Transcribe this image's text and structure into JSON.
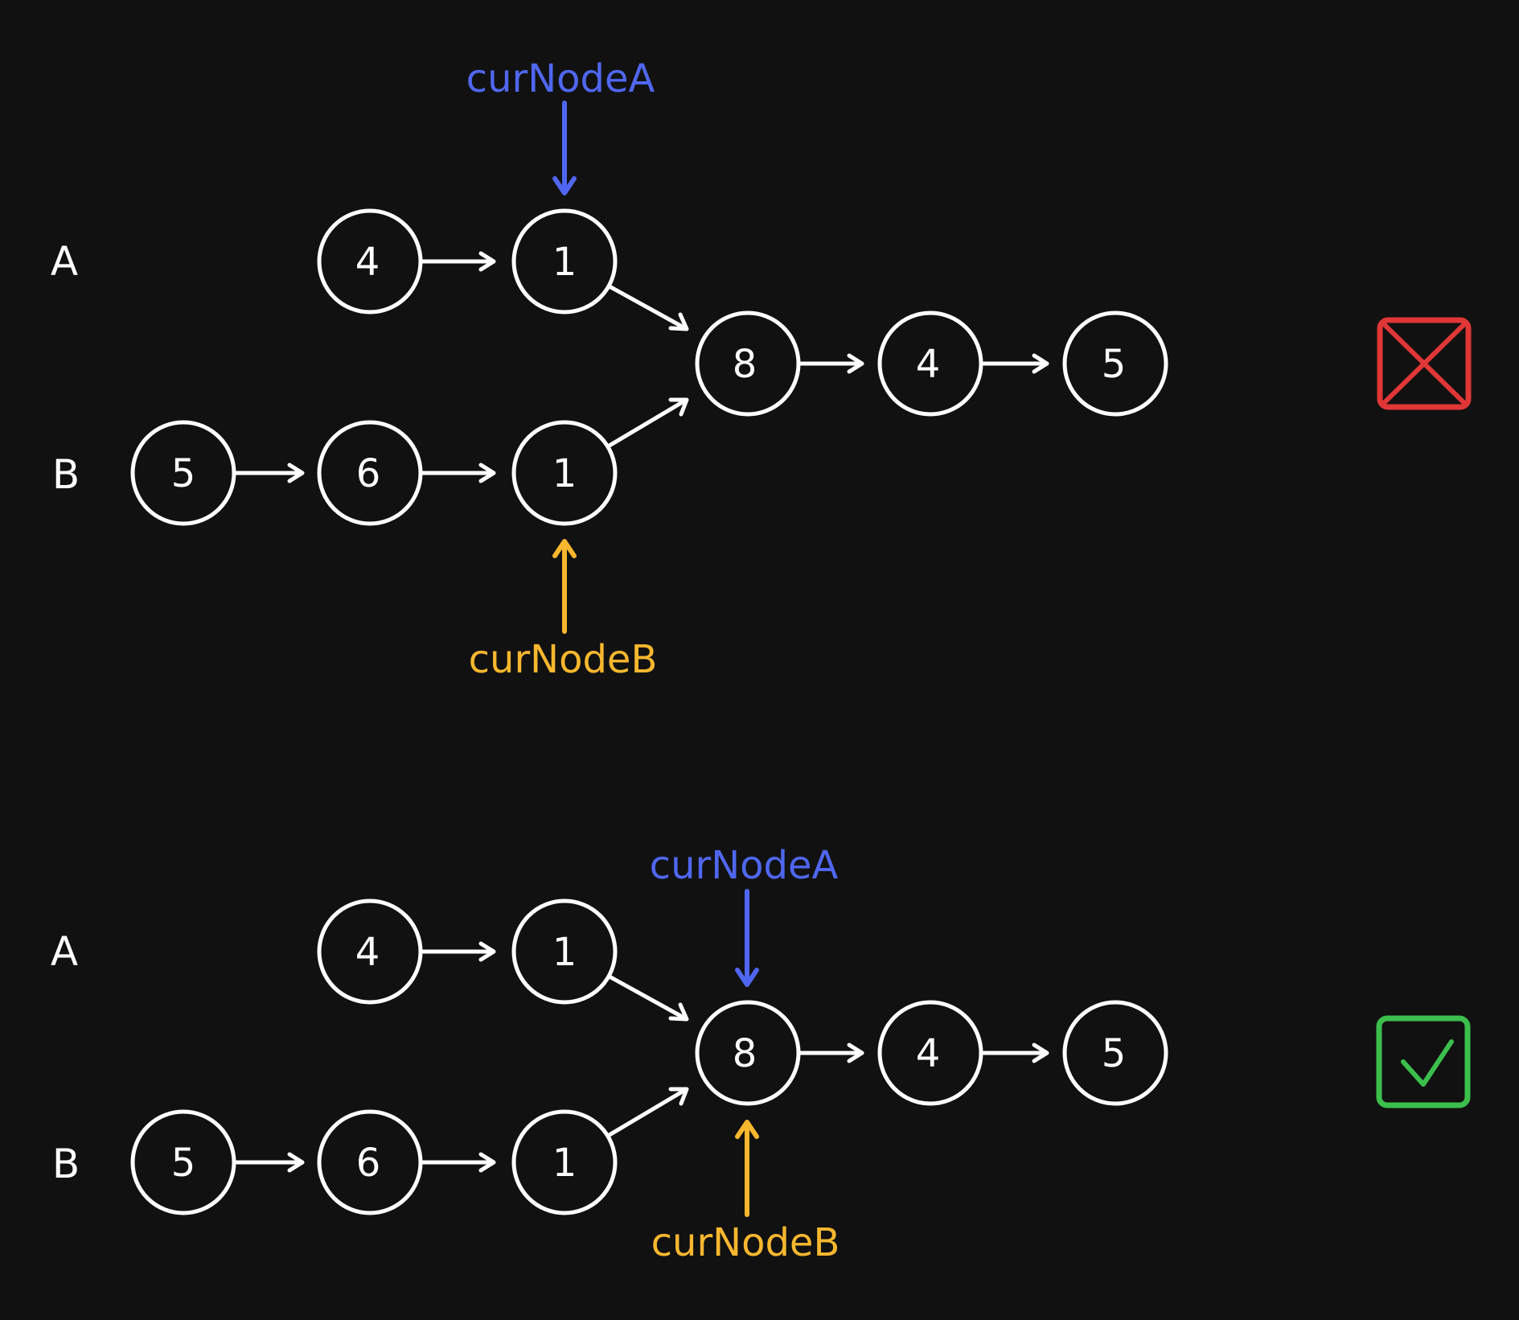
{
  "colors": {
    "background": "#111111",
    "node_stroke": "#ffffff",
    "pointer_a": "#4f67f0",
    "pointer_b": "#f8b72e",
    "wrong_mark": "#e03636",
    "right_mark": "#3cbf4c"
  },
  "panels": [
    {
      "list_a_label": "A",
      "list_b_label": "B",
      "list_a": [
        "4",
        "1"
      ],
      "list_b": [
        "5",
        "6",
        "1"
      ],
      "shared": [
        "8",
        "4",
        "5"
      ],
      "pointer_a_label": "curNodeA",
      "pointer_b_label": "curNodeB",
      "pointer_a_target": "list_a.1",
      "pointer_b_target": "list_b.2",
      "verdict_icon": "cross-box-icon"
    },
    {
      "list_a_label": "A",
      "list_b_label": "B",
      "list_a": [
        "4",
        "1"
      ],
      "list_b": [
        "5",
        "6",
        "1"
      ],
      "shared": [
        "8",
        "4",
        "5"
      ],
      "pointer_a_label": "curNodeA",
      "pointer_b_label": "curNodeB",
      "pointer_a_target": "shared.0",
      "pointer_b_target": "shared.0",
      "verdict_icon": "check-box-icon"
    }
  ]
}
